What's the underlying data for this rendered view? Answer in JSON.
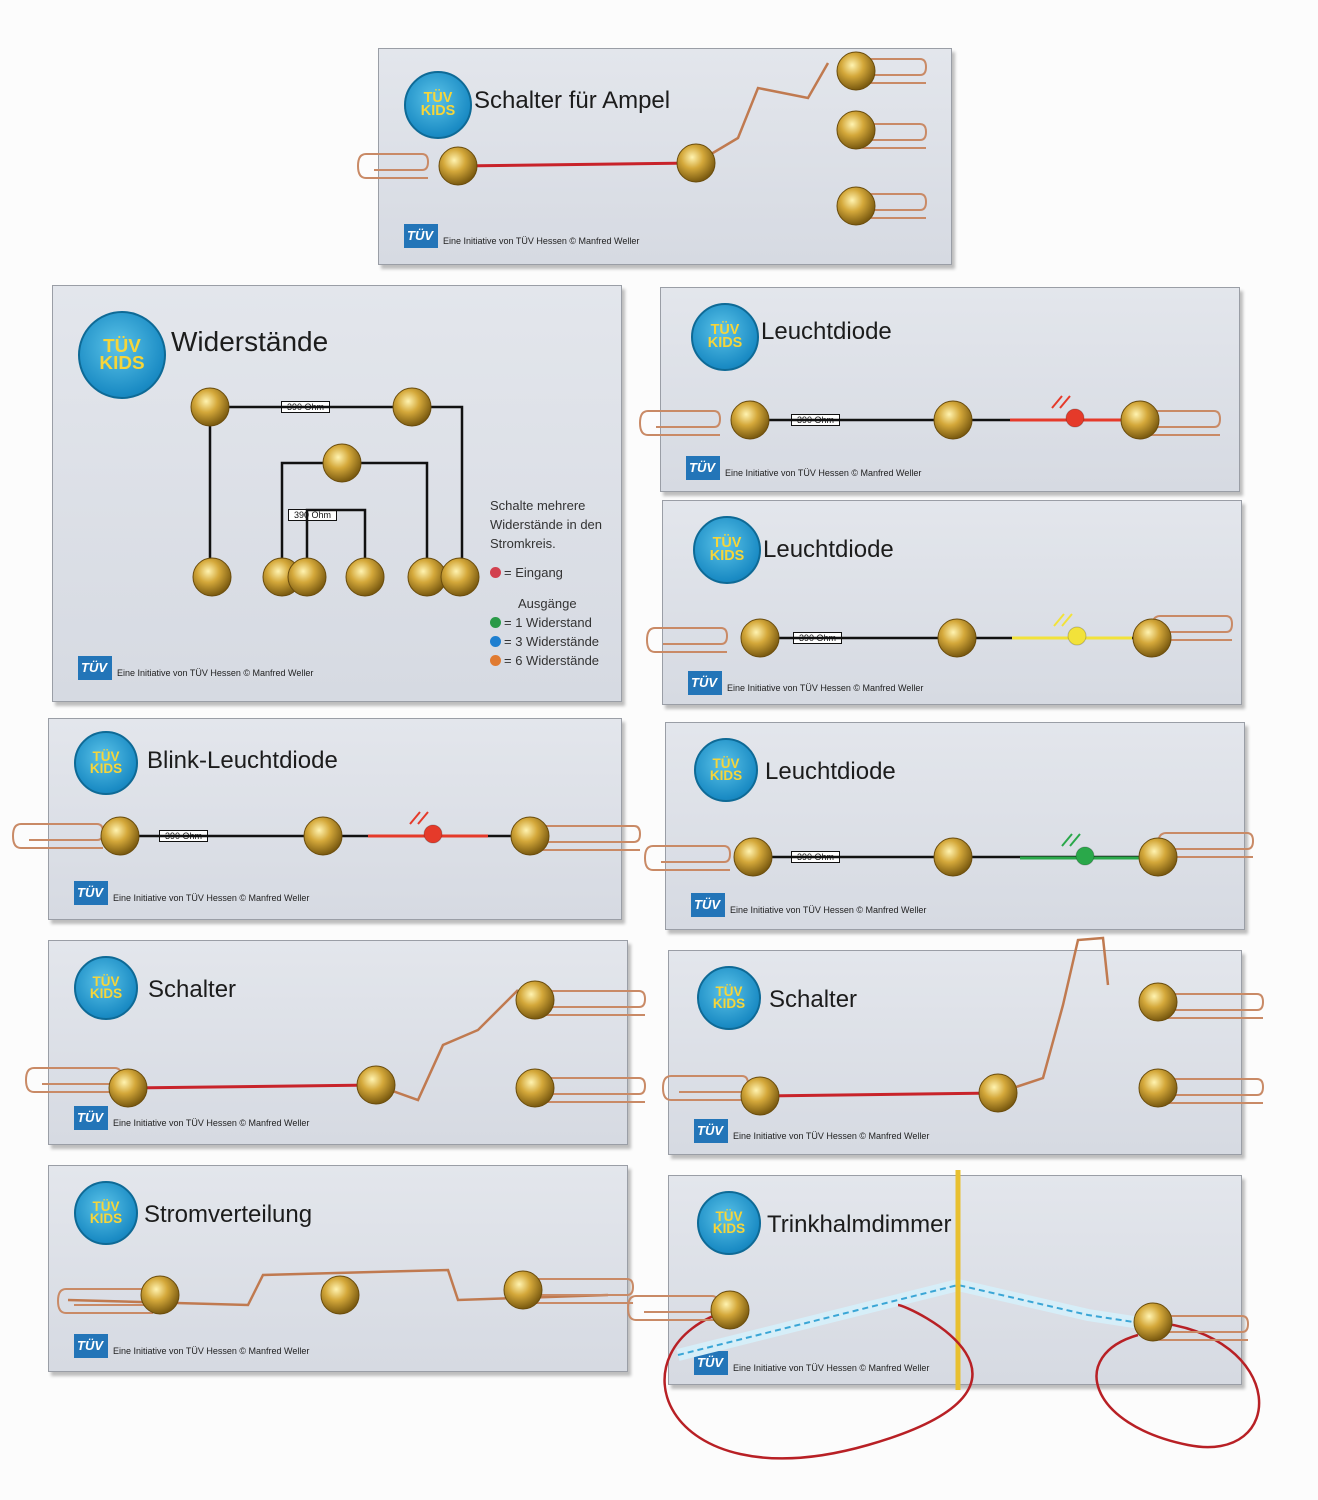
{
  "logo_text": "TÜV KIDS",
  "footer_logo_text": "TÜV",
  "credit": "Eine Initiative von TÜV Hessen © Manfred Weller",
  "resistor_label": "390 Ohm",
  "boards": [
    {
      "title": "Schalter für Ampel"
    },
    {
      "title": "Widerstände"
    },
    {
      "title": "Leuchtdiode",
      "led_color": "#e53a2a"
    },
    {
      "title": "Leuchtdiode",
      "led_color": "#f2e23a"
    },
    {
      "title": "Blink-Leuchtdiode",
      "led_color": "#e53a2a"
    },
    {
      "title": "Leuchtdiode",
      "led_color": "#2aa84a"
    },
    {
      "title": "Schalter"
    },
    {
      "title": "Schalter"
    },
    {
      "title": "Stromverteilung"
    },
    {
      "title": "Trinkhalmdimmer"
    }
  ],
  "legend": {
    "intro": "Schalte mehrere Widerstände in den Stromkreis.",
    "input": "= Eingang",
    "outputs_heading": "Ausgänge",
    "items": [
      {
        "label": "= 1 Widerstand",
        "color": "#2a9a48"
      },
      {
        "label": "= 3 Widerstände",
        "color": "#1e7fd0"
      },
      {
        "label": "= 6 Widerstände",
        "color": "#e07a30"
      }
    ],
    "input_color": "#d2404e"
  }
}
